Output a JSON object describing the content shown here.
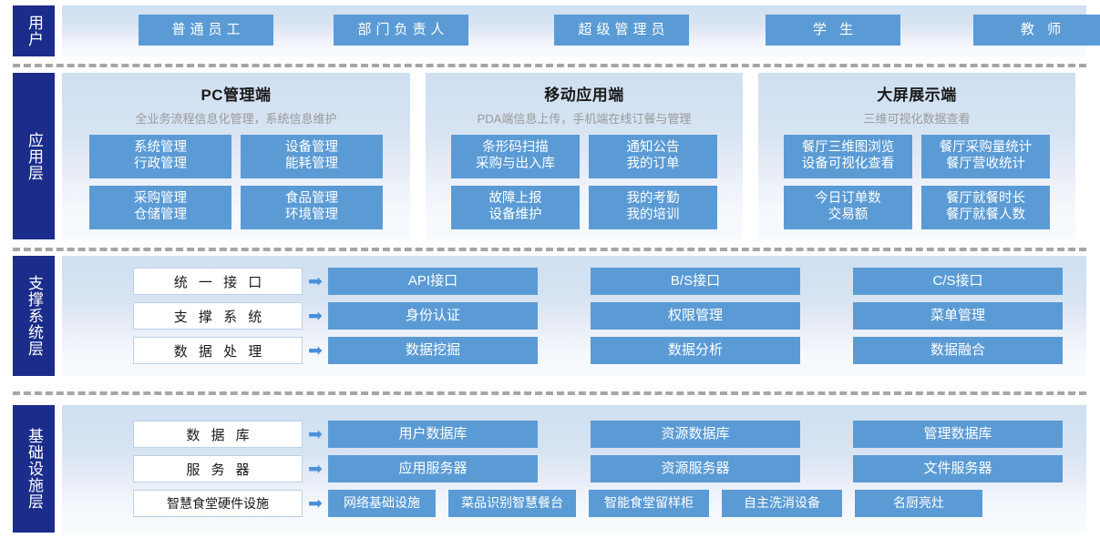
{
  "layers": {
    "user": {
      "label": "用户",
      "roles": [
        {
          "label": "普通员工"
        },
        {
          "label": "部门负责人"
        },
        {
          "label": "超级管理员"
        },
        {
          "label": "学 生"
        },
        {
          "label": "教 师"
        }
      ]
    },
    "application": {
      "label": "应用层",
      "panels": [
        {
          "title": "PC管理端",
          "subtitle": "全业务流程信息化管理，系统信息维护",
          "modules": [
            {
              "label": "系统管理\n行政管理"
            },
            {
              "label": "设备管理\n能耗管理"
            },
            {
              "label": "采购管理\n仓储管理"
            },
            {
              "label": "食品管理\n环境管理"
            }
          ]
        },
        {
          "title": "移动应用端",
          "subtitle": "PDA端信息上传，手机端在线订餐与管理",
          "modules": [
            {
              "label": "条形码扫描\n采购与出入库"
            },
            {
              "label": "通知公告\n我的订单"
            },
            {
              "label": "故障上报\n设备维护"
            },
            {
              "label": "我的考勤\n我的培训"
            }
          ]
        },
        {
          "title": "大屏展示端",
          "subtitle": "三维可视化数据查看",
          "modules": [
            {
              "label": "餐厅三维图浏览\n设备可视化查看"
            },
            {
              "label": "餐厅采购量统计\n餐厅营收统计"
            },
            {
              "label": "今日订单数\n交易额"
            },
            {
              "label": "餐厅就餐时长\n餐厅就餐人数"
            }
          ]
        }
      ]
    },
    "support": {
      "label": "支撑系统层",
      "rows": [
        {
          "category": "统 一 接 口",
          "items": [
            "API接口",
            "B/S接口",
            "C/S接口"
          ]
        },
        {
          "category": "支 撑 系 统",
          "items": [
            "身份认证",
            "权限管理",
            "菜单管理"
          ]
        },
        {
          "category": "数 据 处 理",
          "items": [
            "数据挖掘",
            "数据分析",
            "数据融合"
          ]
        }
      ]
    },
    "infrastructure": {
      "label": "基础设施层",
      "rows": [
        {
          "category": "数 据 库",
          "items": [
            "用户数据库",
            "资源数据库",
            "管理数据库"
          ]
        },
        {
          "category": "服 务 器",
          "items": [
            "应用服务器",
            "资源服务器",
            "文件服务器"
          ]
        },
        {
          "category": "智慧食堂硬件设施",
          "items": [
            "网络基础设施",
            "菜品识别智慧餐台",
            "智能食堂留样柜",
            "自主洗消设备",
            "名厨亮灶"
          ]
        }
      ]
    }
  },
  "icons": {
    "flow_arrow": "➡"
  },
  "colors": {
    "layer_label_bg": "#1b2c8a",
    "chip_blue": "#5b9bd5",
    "panel_top": "#cfe0f1",
    "panel_bottom": "#f7fbfe",
    "separator": "#a6a6a6",
    "white_box_border": "#bcd2e8",
    "arrow": "#4a90d9",
    "subtitle_text": "#9a9a9a"
  }
}
